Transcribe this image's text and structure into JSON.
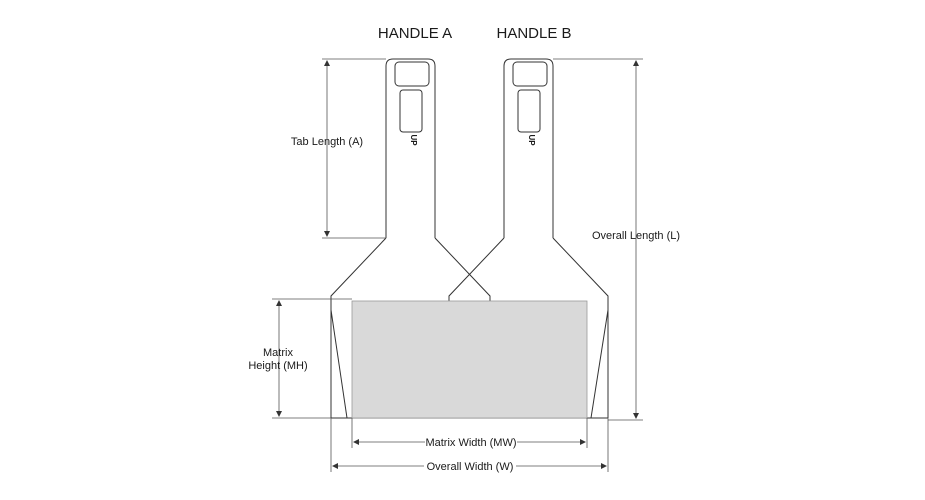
{
  "handles": {
    "a_label": "HANDLE A",
    "b_label": "HANDLE B"
  },
  "dimensions": {
    "tab_length": "Tab Length (A)",
    "overall_length": "Overall Length (L)",
    "matrix_height_line1": "Matrix",
    "matrix_height_line2": "Height (MH)",
    "matrix_width": "Matrix Width (MW)",
    "overall_width": "Overall Width (W)"
  },
  "tab_marking": "UP",
  "colors": {
    "matrix_fill": "#d9d9d9",
    "line": "#333333"
  }
}
